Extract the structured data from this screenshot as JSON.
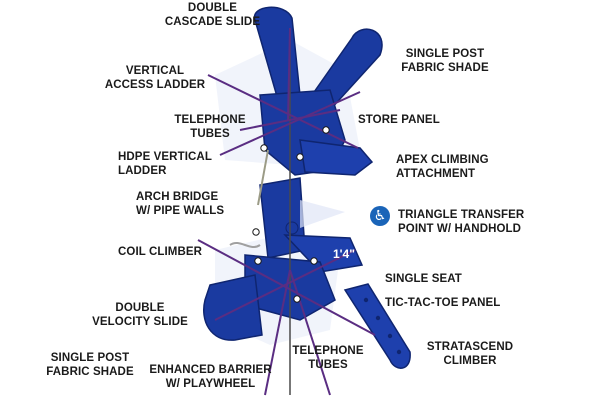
{
  "colors": {
    "structure": "#1a3aa0",
    "structure_dark": "#0f2570",
    "shade": "#1e3a9e",
    "leader": "#5a2d82",
    "bg": "#ffffff",
    "text": "#1a1a1a",
    "dimension": "#2b2b2b"
  },
  "labels": {
    "double_cascade_slide": "DOUBLE\nCASCADE SLIDE",
    "single_post_fabric_shade_top": "SINGLE POST\nFABRIC SHADE",
    "vertical_access_ladder": "VERTICAL\nACCESS LADDER",
    "telephone_tubes_top": "TELEPHONE\nTUBES",
    "store_panel": "STORE PANEL",
    "hdpe_vertical_ladder": "HDPE VERTICAL\nLADDER",
    "apex_climbing_attachment": "APEX CLIMBING\nATTACHMENT",
    "arch_bridge": "ARCH BRIDGE\nW/ PIPE WALLS",
    "triangle_transfer_point": "TRIANGLE TRANSFER\nPOINT W/ HANDHOLD",
    "coil_climber": "COIL CLIMBER",
    "single_seat": "SINGLE SEAT",
    "tic_tac_toe_panel": "TIC-TAC-TOE PANEL",
    "double_velocity_slide": "DOUBLE\nVELOCITY SLIDE",
    "stratascend_climber": "STRATASCEND\nCLIMBER",
    "single_post_fabric_shade_bottom": "SINGLE POST\nFABRIC SHADE",
    "enhanced_barrier": "ENHANCED BARRIER\nW/ PLAYWHEEL",
    "telephone_tubes_bottom": "TELEPHONE\nTUBES"
  },
  "dimension_label": "1'4\"",
  "icons": {
    "accessibility": "wheelchair-accessibility-icon"
  }
}
